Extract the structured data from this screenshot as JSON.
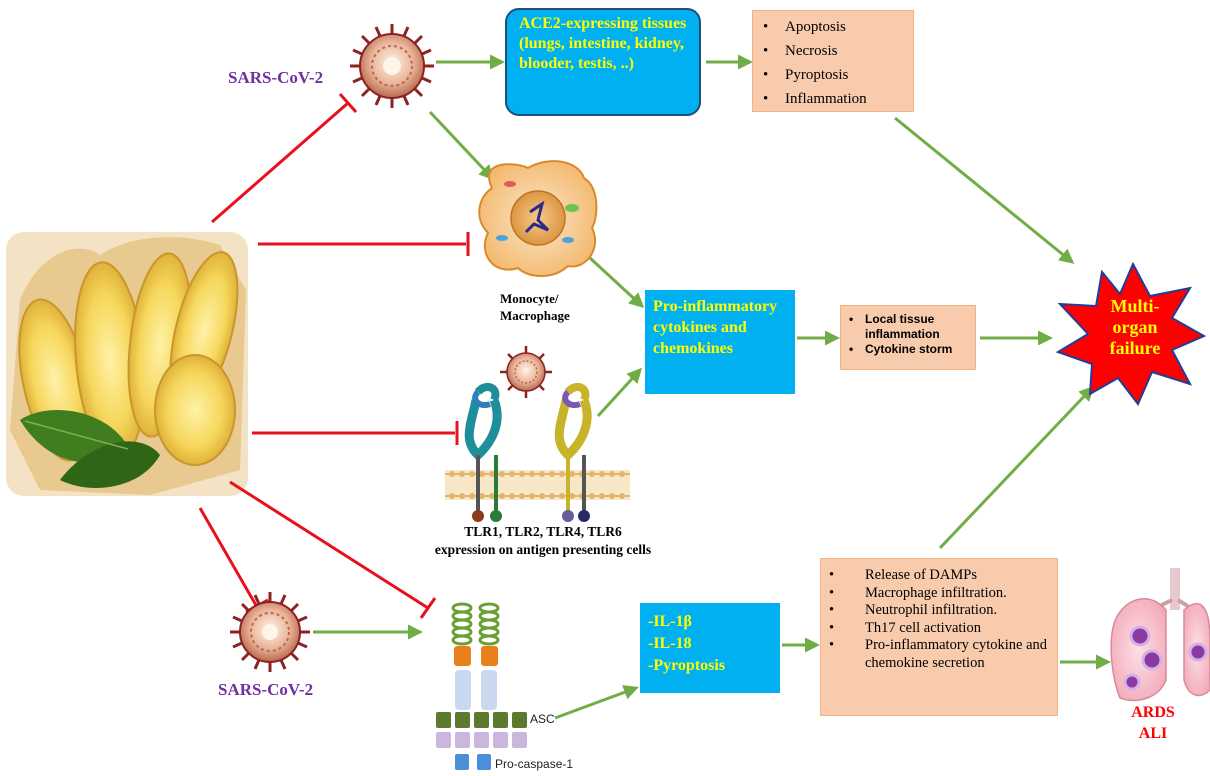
{
  "labels": {
    "virus_top": "SARS-CoV-2",
    "virus_bottom": "SARS-CoV-2",
    "monocyte": [
      "Monocyte/",
      "Macrophage"
    ],
    "tlr": [
      "TLR1, TLR2, TLR4, TLR6",
      "expression on antigen presenting cells"
    ],
    "asc": "ASC",
    "procaspase": "Pro-caspase-1"
  },
  "boxes": {
    "ace2": "ACE2-expressing tissues (lungs, intestine, kidney, blooder, testis, ..)",
    "outcomes": [
      "Apoptosis",
      "Necrosis",
      "Pyroptosis",
      "Inflammation"
    ],
    "cytokines": "Pro-inflammatory cytokines and chemokines",
    "local": [
      "Local tissue inflammation",
      "Cytokine storm"
    ],
    "il": [
      "-IL-1β",
      "-IL-18",
      "-Pyroptosis"
    ],
    "damps": [
      "Release of DAMPs",
      "Macrophage infiltration.",
      "Neutrophil infiltration.",
      "Th17 cell activation",
      "Pro-inflammatory cytokine and chemokine secretion"
    ]
  },
  "burst": {
    "text": [
      "Multi-",
      "organ",
      "failure"
    ]
  },
  "ards": [
    "ARDS",
    "ALI"
  ],
  "colors": {
    "inhibit_arrow": "#e8101c",
    "activate_arrow": "#70ad47",
    "blue_box": "#00b0f0",
    "box_text": "#ffff00",
    "peach_box": "#f8cbad",
    "virus_label": "#7030a0",
    "burst_fill": "#ff0000",
    "ards_text": "#ff0000"
  }
}
